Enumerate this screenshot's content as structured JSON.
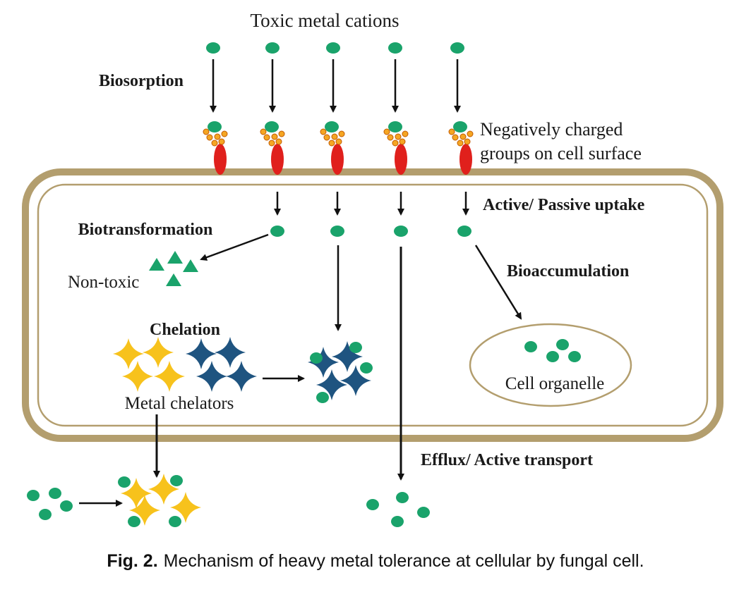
{
  "labels": {
    "toxic_metal_cations": "Toxic metal cations",
    "biosorption": "Biosorption",
    "negatively_charged_line1": "Negatively charged",
    "negatively_charged_line2": "groups on cell surface",
    "active_passive_uptake": "Active/ Passive uptake",
    "biotransformation": "Biotransformation",
    "non_toxic": "Non-toxic",
    "bioaccumulation": "Bioaccumulation",
    "chelation": "Chelation",
    "metal_chelators": "Metal chelators",
    "cell_organelle": "Cell organelle",
    "efflux_active_transport": "Efflux/ Active transport"
  },
  "caption": {
    "label": "Fig. 2.",
    "text": "Mechanism of heavy metal tolerance at cellular by fungal cell."
  },
  "colors": {
    "metal_cation": "#1aa36b",
    "receptor": "#e0201c",
    "charged_group": "#f5a623",
    "cell_wall": "#b39e6e",
    "yellow_chelator": "#f7c21c",
    "blue_chelator": "#1f5480",
    "non_toxic_triangle": "#1aa36b"
  }
}
